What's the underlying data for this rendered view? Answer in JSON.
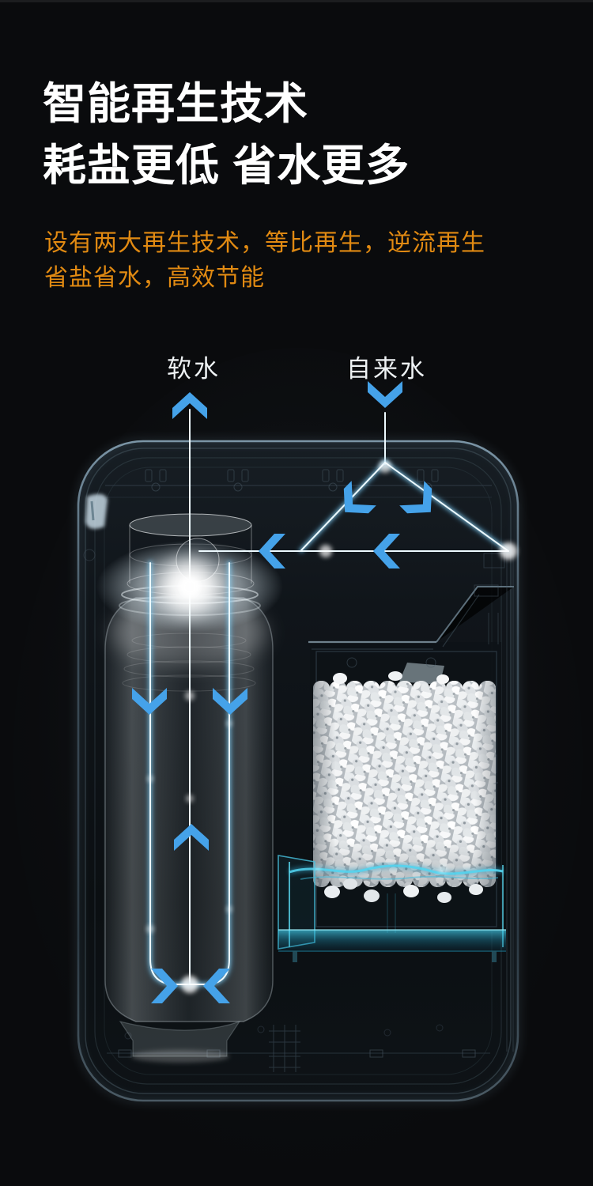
{
  "header": {
    "title_line1": "智能再生技术",
    "title_line2": "耗盐更低 省水更多",
    "subtitle_line1": "设有两大再生技术，等比再生，逆流再生",
    "subtitle_line2": "省盐省水，高效节能"
  },
  "diagram": {
    "label_soft_water": "软水",
    "label_tap_water": "自来水",
    "arrow_color": "#45A2E9",
    "pipe_glow_color": "#9FDCF5",
    "water_color": "#45CFEA",
    "accent_orange": "#E18A12",
    "background_color": "#0A0B0D"
  }
}
